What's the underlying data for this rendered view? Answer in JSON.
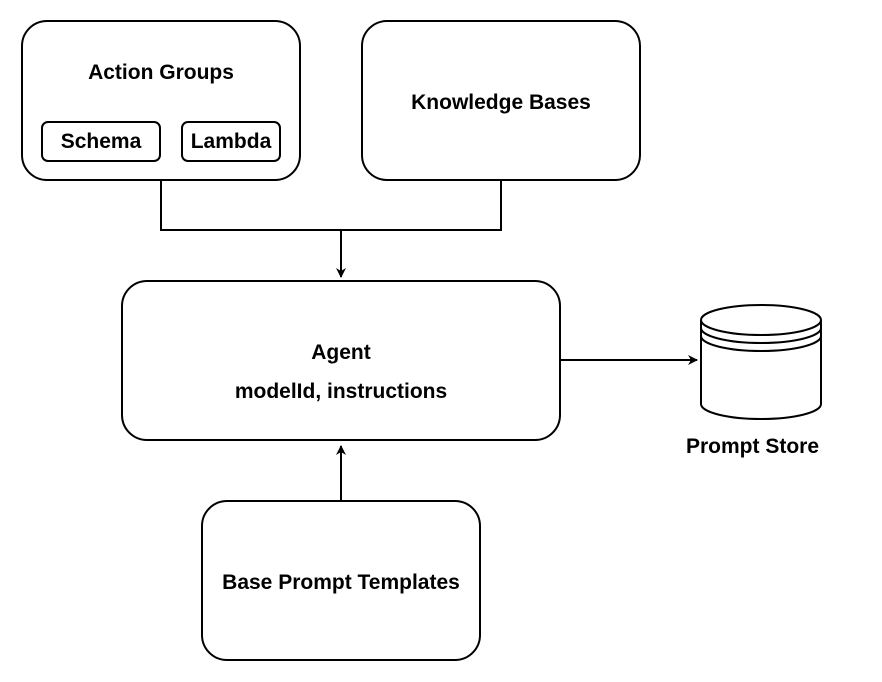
{
  "nodes": {
    "action_groups": {
      "title": "Action Groups",
      "children": {
        "schema": "Schema",
        "lambda": "Lambda"
      }
    },
    "knowledge_bases": {
      "title": "Knowledge Bases"
    },
    "agent": {
      "title": "Agent",
      "subtitle": "modelId, instructions"
    },
    "prompt_store": {
      "title": "Prompt Store"
    },
    "base_prompt_templates": {
      "title": "Base Prompt Templates"
    }
  },
  "edges": [
    {
      "from": "action_groups",
      "to": "agent"
    },
    {
      "from": "knowledge_bases",
      "to": "agent"
    },
    {
      "from": "agent",
      "to": "prompt_store"
    },
    {
      "from": "base_prompt_templates",
      "to": "agent"
    }
  ]
}
